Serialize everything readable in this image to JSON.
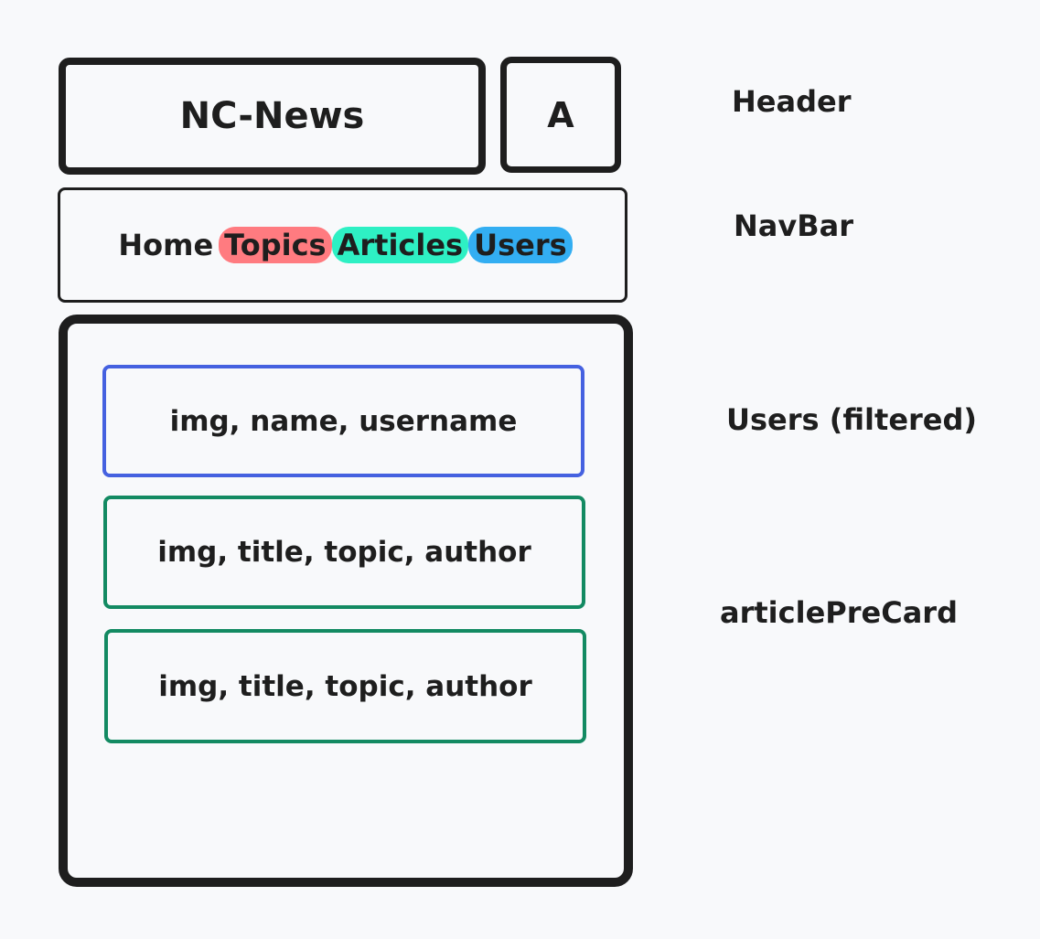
{
  "header": {
    "title": "NC-News",
    "avatar_letter": "A"
  },
  "navbar": {
    "items": [
      {
        "label": "Home",
        "highlight": ""
      },
      {
        "label": "Topics",
        "highlight": "#ff7b80"
      },
      {
        "label": "Articles",
        "highlight": "#2ef0c4"
      },
      {
        "label": "Users",
        "highlight": "#33aef2"
      }
    ]
  },
  "main": {
    "user_card": {
      "text": "img, name, username",
      "border_color": "#4561e0"
    },
    "article_cards": [
      {
        "text": "img, title, topic, author",
        "border_color": "#138a62"
      },
      {
        "text": "img, title, topic, author",
        "border_color": "#138a62"
      }
    ]
  },
  "annotations": {
    "header": "Header",
    "navbar": "NavBar",
    "users": "Users (filtered)",
    "article": "articlePreCard"
  },
  "colors": {
    "background": "#f8f9fb",
    "stroke": "#1e1e1e"
  }
}
